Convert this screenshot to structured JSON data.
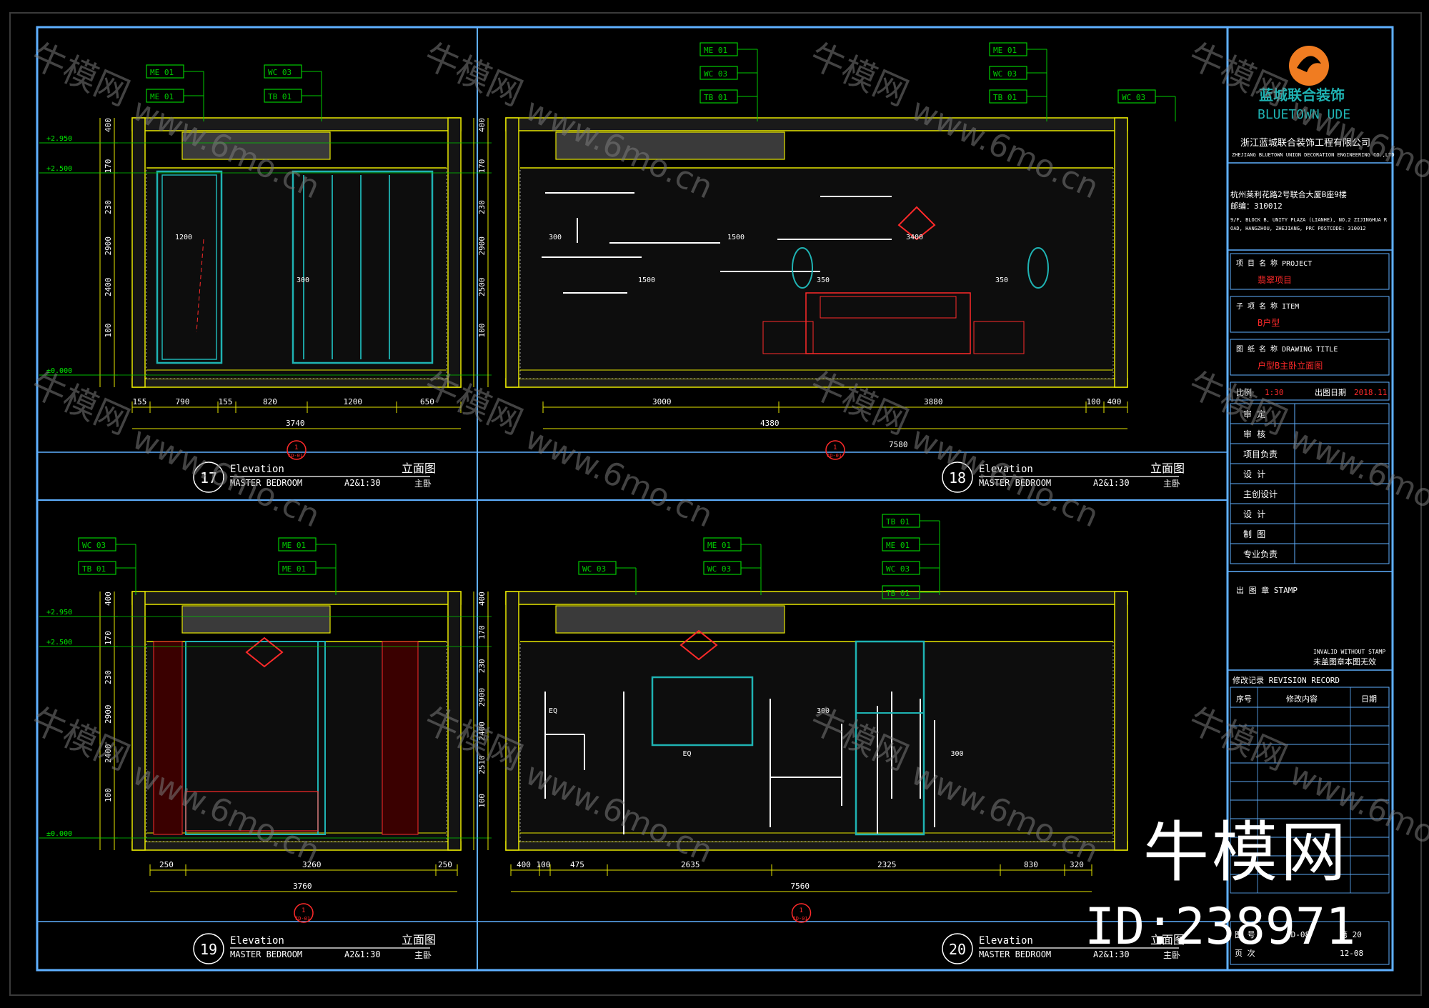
{
  "colors": {
    "background": "#000000",
    "frame": "#5fb0ff",
    "cyan": "#1fb3b3",
    "yellow": "#e6e600",
    "green": "#00cc00",
    "red": "#ff2a2a",
    "white": "#ffffff",
    "logo": "#f07c21"
  },
  "panels": [
    {
      "number": "17",
      "title_en": "Elevation",
      "subtitle_en": "MASTER BEDROOM",
      "scale": "A2&1:30",
      "title_cn": "立面图",
      "subtitle_cn": "主卧",
      "tags": [
        "ME 01",
        "ME 01",
        "WC 03",
        "TB 01"
      ],
      "dims_bottom": [
        "155",
        "790",
        "155",
        "820",
        "1200",
        "650"
      ],
      "dims_total": [
        "3740"
      ],
      "dims_left": [
        "+2.950",
        "+2.500",
        "±0.000"
      ],
      "dims_vertical": [
        "400",
        "170",
        "230",
        "2900",
        "2400",
        "100"
      ],
      "callouts": [
        "1200",
        "300"
      ],
      "section_mark": "1\nID-01"
    },
    {
      "number": "18",
      "title_en": "Elevation",
      "subtitle_en": "MASTER BEDROOM",
      "scale": "A2&1:30",
      "title_cn": "立面图",
      "subtitle_cn": "主卧",
      "tags": [
        "ME 01",
        "WC 03",
        "TB 01",
        "ME 01",
        "WC 03",
        "TB 01",
        "WC 03"
      ],
      "dims_bottom": [
        "3000",
        "3880",
        "100",
        "400"
      ],
      "dims_total": [
        "4380",
        "7580"
      ],
      "dims_left": [
        "+2.950",
        "+2.500",
        "±0.000"
      ],
      "dims_vertical": [
        "400",
        "170",
        "230",
        "2900",
        "2500",
        "100"
      ],
      "callouts": [
        "300",
        "1500",
        "1500",
        "350",
        "3400",
        "350"
      ],
      "section_mark": "1\nID-01"
    },
    {
      "number": "19",
      "title_en": "Elevation",
      "subtitle_en": "MASTER BEDROOM",
      "scale": "A2&1:30",
      "title_cn": "立面图",
      "subtitle_cn": "主卧",
      "tags": [
        "WC 03",
        "TB 01",
        "ME 01",
        "ME 01"
      ],
      "dims_bottom": [
        "250",
        "3260",
        "250"
      ],
      "dims_total": [
        "3760"
      ],
      "dims_left": [
        "+2.950",
        "+2.500",
        "±0.000"
      ],
      "dims_vertical": [
        "400",
        "170",
        "230",
        "2900",
        "2400",
        "100"
      ],
      "callouts": [],
      "section_mark": "1\nID-01"
    },
    {
      "number": "20",
      "title_en": "Elevation",
      "subtitle_en": "MASTER BEDROOM",
      "scale": "A2&1:30",
      "title_cn": "立面图",
      "subtitle_cn": "主卧",
      "tags": [
        "WC 03",
        "ME 01",
        "WC 03",
        "TB 01",
        "ME 01",
        "WC 03",
        "TB 01"
      ],
      "dims_bottom": [
        "400",
        "100",
        "475",
        "2635",
        "2325",
        "830",
        "320"
      ],
      "dims_total": [
        "7560"
      ],
      "dims_left": [
        "+2.950",
        "+2.500",
        "±0.000"
      ],
      "dims_vertical": [
        "400",
        "170",
        "230",
        "2900",
        "2400",
        "2510",
        "100"
      ],
      "callouts": [
        "EQ",
        "EQ",
        "300",
        "300"
      ],
      "section_mark": "1\nID-01"
    }
  ],
  "title_block": {
    "company_cn": "蓝城联合装饰",
    "company_en": "BLUETOWN UDE",
    "company_full_cn": "浙江蓝城联合装饰工程有限公司",
    "company_full_en": "ZHEJIANG BLUETOWN UNION DECORATION ENGINEERING CO.,LTD",
    "address_cn": "杭州莱利花路2号联合大厦B座9楼",
    "postcode_cn": "邮编：310012",
    "address_en": "9/F, BLOCK B, UNITY PLAZA (LIANHE), NO.2 ZIJINGHUA ROAD, HANGZHOU, ZHEJIANG, PRC POSTCODE: 310012",
    "project_label": "项 目 名 称 PROJECT",
    "project_value": "翡翠项目",
    "item_label": "子 项 名 称 ITEM",
    "item_value": "B户型",
    "drawing_label": "图 纸 名 称 DRAWING TITLE",
    "drawing_value": "户型B主卧立面图",
    "scale_label": "比例",
    "scale_value": "1:30",
    "date_label": "出图日期",
    "date_value": "2018.11",
    "signatures": [
      "审 定",
      "审 核",
      "项目负责",
      "设 计",
      "主创设计",
      "设 计",
      "制 图",
      "专业负责"
    ],
    "stamp_label": "出 图 章 STAMP",
    "invalid_en": "INVALID WITHOUT STAMP",
    "invalid_cn": "未盖图章本图无效",
    "revision_label": "修改记录 REVISION RECORD",
    "revision_cols": [
      "序号",
      "修改内容",
      "日期"
    ],
    "sheet_labels": [
      "图 号",
      "页 次"
    ],
    "sheet_values": [
      "ID-08",
      "第 20",
      "12-08"
    ]
  },
  "watermark": {
    "cn": "牛模网",
    "url": "www.6mo.cn",
    "id": "ID:238971"
  }
}
